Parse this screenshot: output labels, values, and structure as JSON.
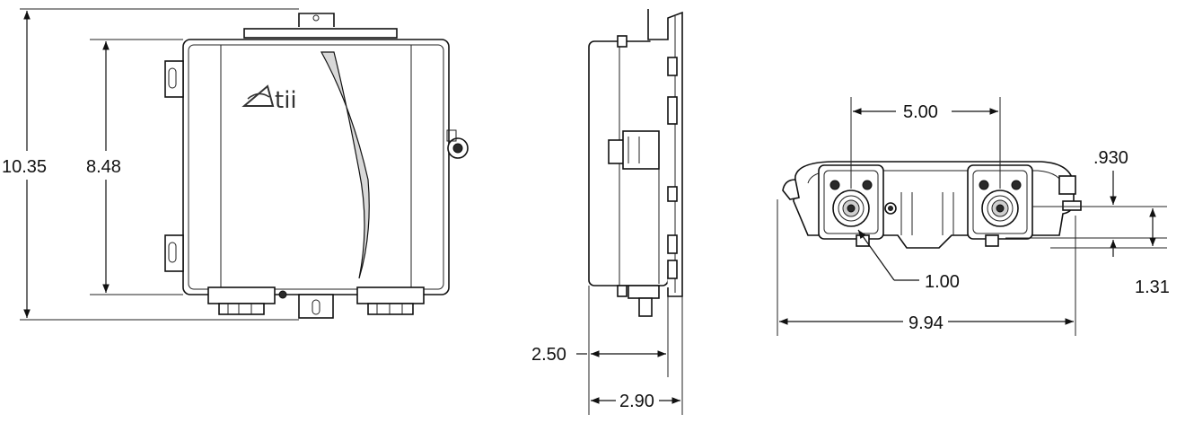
{
  "drawing": {
    "logo_text": "tii",
    "front_view": {
      "overall_height": "10.35",
      "box_height": "8.48"
    },
    "side_view": {
      "depth_body": "2.50",
      "depth_overall": "2.90"
    },
    "bottom_view": {
      "port_spacing": "5.00",
      "port_offset_top": ".930",
      "port_height": "1.31",
      "port_diameter": "1.00",
      "overall_width": "9.94"
    }
  }
}
